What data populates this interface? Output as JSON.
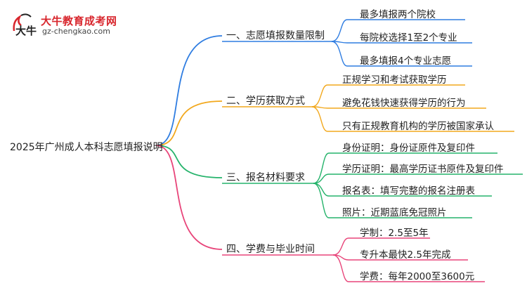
{
  "logo": {
    "title": "大牛教育成考网",
    "url": "gz-chengkao.com",
    "mark_text": "大牛",
    "color": "#d8262d"
  },
  "root": {
    "label": "2025年广州成人本科志愿填报说明"
  },
  "branches": [
    {
      "label": "一、志愿填报数量限制",
      "color": "#2f7de1",
      "leaves": [
        "最多填报两个院校",
        "每院校选择1至2个专业",
        "最多填报4个专业志愿"
      ]
    },
    {
      "label": "二、学历获取方式",
      "color": "#f2a81d",
      "leaves": [
        "正规学习和考试获取学历",
        "避免花钱快速获得学历的行为",
        "只有正规教育机构的学历被国家承认"
      ]
    },
    {
      "label": "三、报名材料要求",
      "color": "#25b36b",
      "leaves": [
        "身份证明：身份证原件及复印件",
        "学历证明：最高学历证书原件及复印件",
        "报名表：填写完整的报名注册表",
        "照片：近期蓝底免冠照片"
      ]
    },
    {
      "label": "四、学费与毕业时间",
      "color": "#e8457a",
      "leaves": [
        "学制：2.5至5年",
        "专升本最快2.5年完成",
        "学费：每年2000至3600元"
      ]
    }
  ]
}
